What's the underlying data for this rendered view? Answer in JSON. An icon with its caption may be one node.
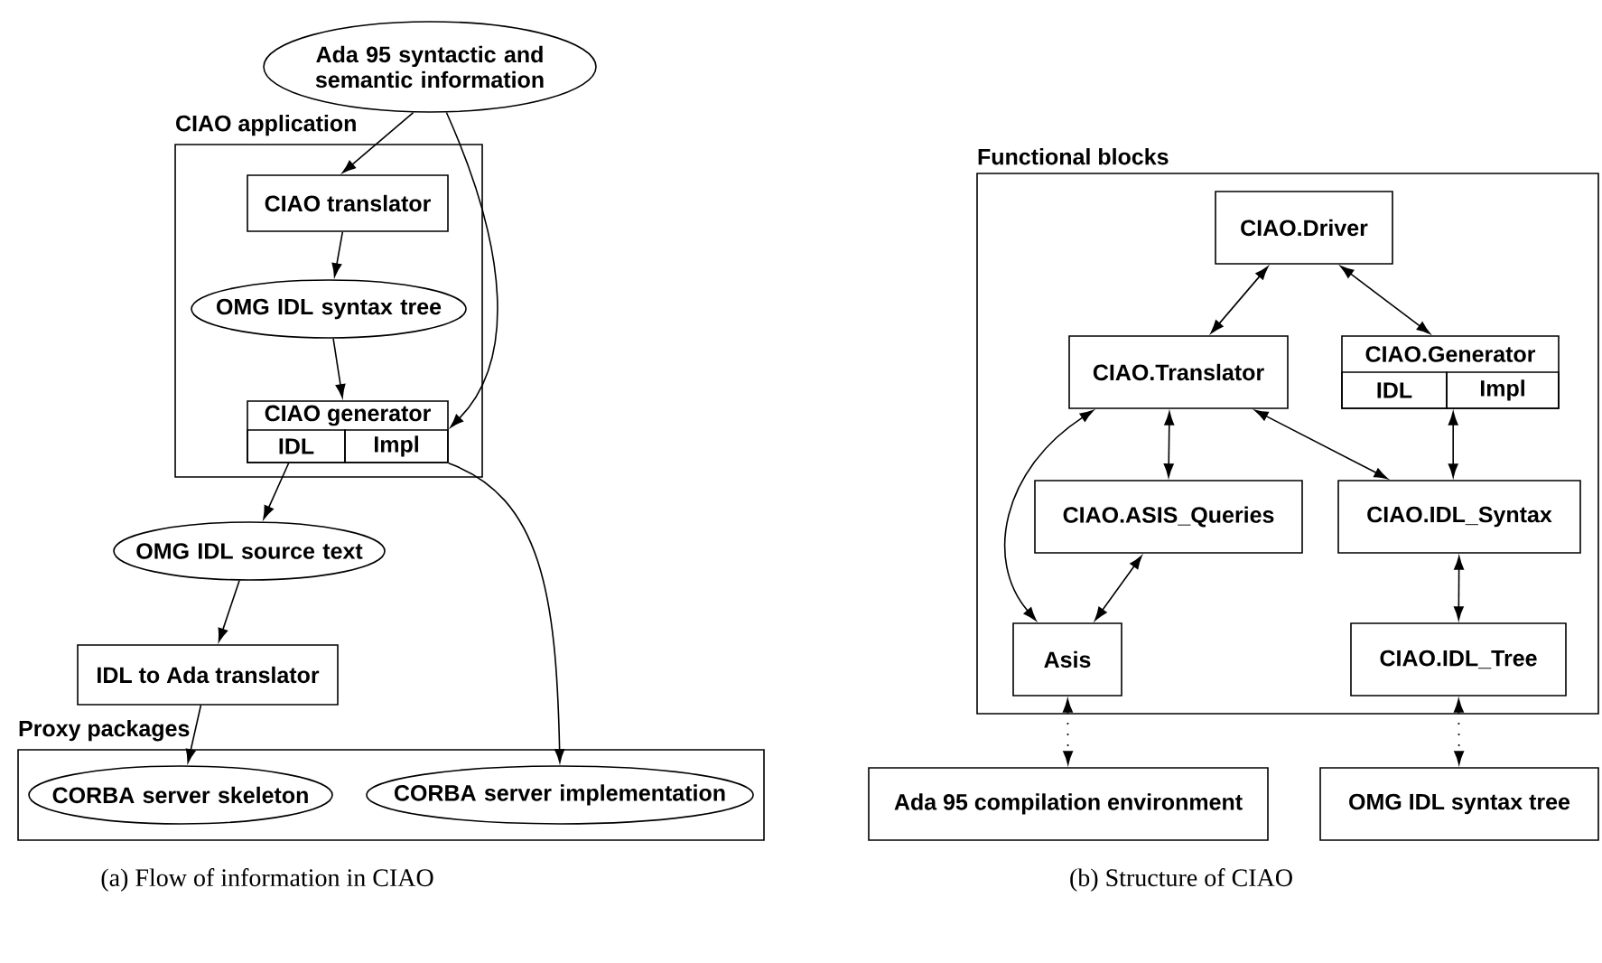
{
  "diagram": {
    "nodes": [
      {
        "text": [
          "Ada 95 syntactic and semantic information"
        ]
      },
      {
        "text": [
          "CIAO application"
        ]
      },
      {
        "text": [
          "CIAO translator"
        ],
        "in": 1
      },
      {
        "text": [
          "OMG IDL syntax tree"
        ],
        "in": 1
      },
      {
        "text": [
          "CIAO generator"
        ],
        "in": 1
      },
      {
        "text": [
          "IDL"
        ],
        "in": 4
      },
      {
        "text": [
          "Impl"
        ],
        "in": 4
      },
      {
        "text": [
          "OMG IDL source text"
        ]
      },
      {
        "text": [
          "IDL to Ada translator"
        ]
      },
      {
        "text": [
          "Proxy packages"
        ]
      },
      {
        "text": [
          "CORBA server skeleton"
        ],
        "in": 9
      },
      {
        "text": [
          "CORBA server implementation"
        ],
        "in": 9
      },
      {
        "text": [
          "Functional blocks"
        ]
      },
      {
        "text": [
          "CIAO.Driver"
        ],
        "in": 12
      },
      {
        "text": [
          "CIAO.Translator"
        ],
        "in": 12
      },
      {
        "text": [
          "CIAO.Generator"
        ],
        "in": 12
      },
      {
        "text": [
          "IDL"
        ],
        "in": 15
      },
      {
        "text": [
          "Impl"
        ],
        "in": 15
      },
      {
        "text": [
          "CIAO.ASIS_Queries"
        ],
        "in": 12
      },
      {
        "text": [
          "CIAO.IDL_Syntax"
        ],
        "in": 12
      },
      {
        "text": [
          "Asis"
        ],
        "in": 12
      },
      {
        "text": [
          "CIAO.IDL_Tree"
        ],
        "in": 12
      },
      {
        "text": [
          "Ada 95 compilation environment"
        ]
      },
      {
        "text": [
          "OMG IDL syntax tree"
        ]
      }
    ],
    "edges": [
      {
        "from": 0,
        "to": 2,
        "arrow": "to"
      },
      {
        "from": 0,
        "to": 6,
        "arrow": "to"
      },
      {
        "from": 2,
        "to": 3,
        "arrow": "to"
      },
      {
        "from": 3,
        "to": 4,
        "arrow": "to"
      },
      {
        "from": 5,
        "to": 7,
        "arrow": "to"
      },
      {
        "from": 6,
        "to": 11,
        "arrow": "to"
      },
      {
        "from": 7,
        "to": 8,
        "arrow": "to"
      },
      {
        "from": 8,
        "to": 10,
        "arrow": "to"
      },
      {
        "from": 13,
        "to": 14,
        "arrow": "both"
      },
      {
        "from": 13,
        "to": 15,
        "arrow": "both"
      },
      {
        "from": 14,
        "to": 18,
        "arrow": "both"
      },
      {
        "from": 14,
        "to": 19,
        "arrow": "both"
      },
      {
        "from": 17,
        "to": 19,
        "arrow": "both"
      },
      {
        "from": 14,
        "to": 20,
        "arrow": "both"
      },
      {
        "from": 18,
        "to": 20,
        "arrow": "both"
      },
      {
        "from": 19,
        "to": 21,
        "arrow": "both"
      },
      {
        "from": 20,
        "to": 22,
        "arrow": "both",
        "style": "dashed"
      },
      {
        "from": 21,
        "to": 23,
        "arrow": "both",
        "style": "dashed"
      }
    ],
    "labels": [
      "(a) Flow of information in CIAO",
      "(b) Structure of CIAO"
    ]
  }
}
